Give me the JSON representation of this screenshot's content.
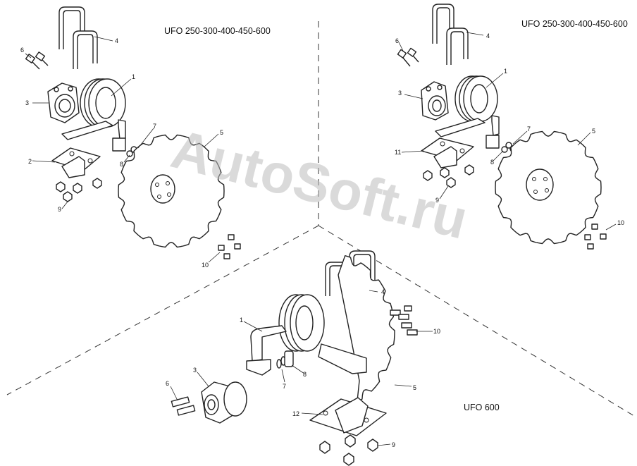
{
  "watermark": "AutoSoft.ru",
  "titles": {
    "left": "UFO 250-300-400-450-600",
    "right": "UFO 250-300-400-450-600",
    "bottom": "UFO 600"
  },
  "callouts": {
    "left": [
      "1",
      "2",
      "3",
      "4",
      "5",
      "6",
      "7",
      "8",
      "9",
      "10"
    ],
    "right": [
      "1",
      "3",
      "4",
      "5",
      "6",
      "7",
      "8",
      "9",
      "10",
      "11"
    ],
    "bottom": [
      "1",
      "3",
      "4",
      "5",
      "6",
      "7",
      "8",
      "9",
      "10",
      "12"
    ]
  }
}
